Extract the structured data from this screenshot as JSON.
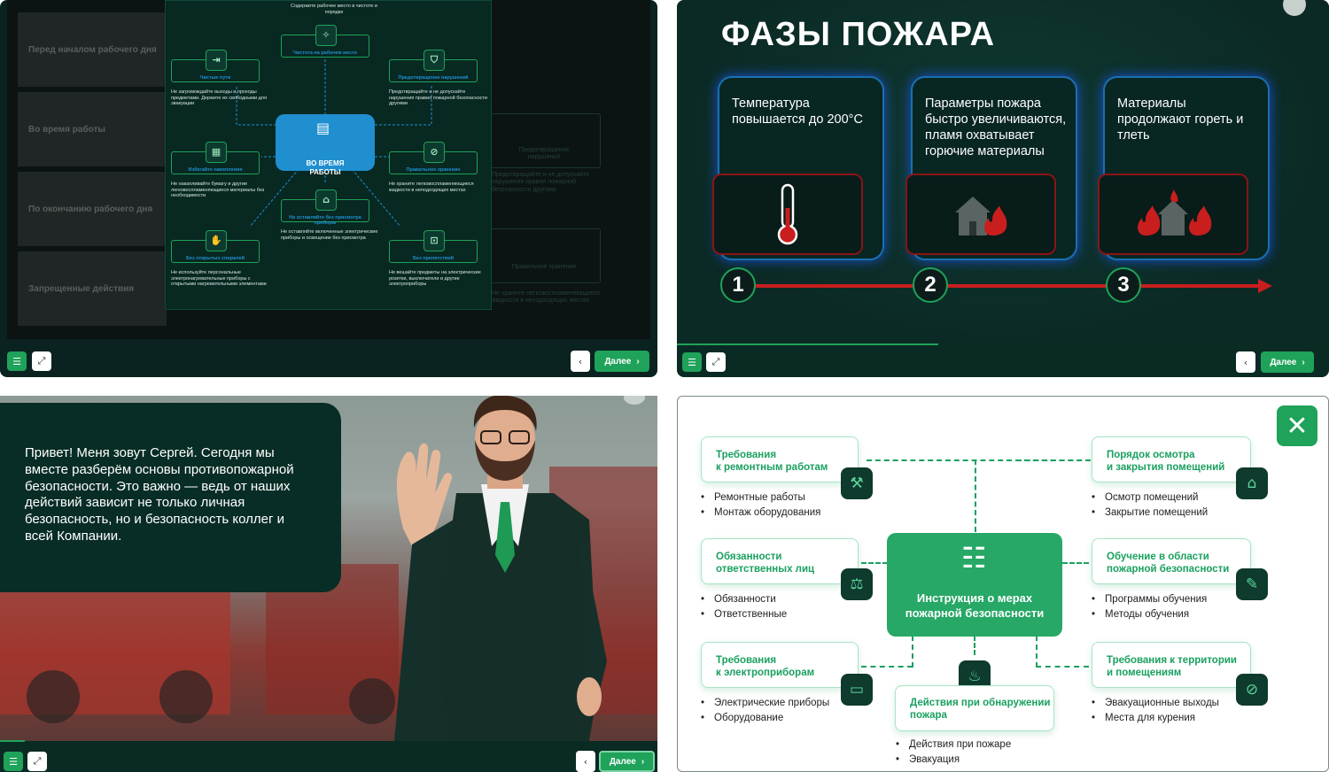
{
  "panel1": {
    "menu": [
      "Перед началом рабочего дня",
      "Во время работы",
      "По окончанию рабочего дня",
      "Запрещенные действия"
    ],
    "center_title": "ВО ВРЕМЯ\nРАБОТЫ",
    "nodes": [
      {
        "label": "Чистота на рабочем месте",
        "desc": "Содержите рабочее место в чистоте и порядке"
      },
      {
        "label": "Чистые пути",
        "desc": "Не загромождайте выходы и проходы предметами. Держите их свободными для эвакуации"
      },
      {
        "label": "Предотвращение нарушений",
        "desc": "Предотвращайте и не допускайте нарушения правил пожарной безопасности другими"
      },
      {
        "label": "Избегайте накопления",
        "desc": "Не накапливайте бумагу и другие легковоспламеняющиеся материалы без необходимости"
      },
      {
        "label": "Правильное хранение",
        "desc": "Не храните легковоспламеняющиеся жидкости в неподходящих местах"
      },
      {
        "label": "Не оставляйте без присмотра приборы",
        "desc": "Не оставляйте включенные электрические приборы и освещение без присмотра"
      },
      {
        "label": "Без открытых спиралей",
        "desc": "Не используйте персональные электронагревательные приборы с открытыми нагревательными элементами"
      },
      {
        "label": "Без препятствий",
        "desc": "Не вешайте предметы на электрические розетки, выключатели и другие электроприборы"
      }
    ],
    "faded": {
      "node1": "Предотвращение нарушений",
      "desc1": "Предотвращайте и не допускайте нарушения правил пожарной безопасности другими",
      "node2": "Правильное хранение",
      "desc2": "Не храните легковоспламеняющиеся жидкости в неподходящих местах"
    },
    "next": "Далее"
  },
  "panel2": {
    "title": "ФАЗЫ ПОЖАРА",
    "phases": [
      {
        "num": "1",
        "text": "Температура повышается до 200°С",
        "icon": "thermometer-icon"
      },
      {
        "num": "2",
        "text": "Параметры пожара быстро увеличиваются, пламя охватывает горючие материалы",
        "icon": "house-fire-icon"
      },
      {
        "num": "3",
        "text": "Материалы продолжают гореть и тлеть",
        "icon": "houses-fire-icon"
      }
    ],
    "next": "Далее"
  },
  "panel3": {
    "speech": "Привет! Меня зовут Сергей. Сегодня мы вместе разберём основы противопожарной безопасности. Это важно — ведь от наших действий зависит не только личная безопасность, но и безопасность коллег и всей Компании.",
    "next": "Далее"
  },
  "panel4": {
    "center": "Инструкция о мерах пожарной безопасности",
    "blocks": {
      "tl": {
        "title": "Требования\nк ремонтным работам",
        "items": [
          "Ремонтные работы",
          "Монтаж оборудования"
        ]
      },
      "ml": {
        "title": "Обязанности\nответственных лиц",
        "items": [
          "Обязанности",
          "Ответственные"
        ]
      },
      "bl": {
        "title": "Требования\nк электроприборам",
        "items": [
          "Электрические приборы",
          "Оборудование"
        ]
      },
      "tr": {
        "title": "Порядок осмотра\nи закрытия помещений",
        "items": [
          "Осмотр помещений",
          "Закрытие помещений"
        ]
      },
      "mr": {
        "title": "Обучение в области\nпожарной безопасности",
        "items": [
          "Программы обучения",
          "Методы обучения"
        ]
      },
      "br": {
        "title": "Требования к территории\nи помещениям",
        "items": [
          "Эвакуационные выходы",
          "Места для курения"
        ]
      },
      "bc": {
        "title": "Действия при обнаружении\nпожара",
        "items": [
          "Действия при пожаре",
          "Эвакуация"
        ]
      }
    }
  },
  "colors": {
    "accent": "#1fa25a",
    "dark_bg": "#0a2a24",
    "fire_red": "#c81e1e",
    "blue_glow": "#1a6fb0"
  }
}
